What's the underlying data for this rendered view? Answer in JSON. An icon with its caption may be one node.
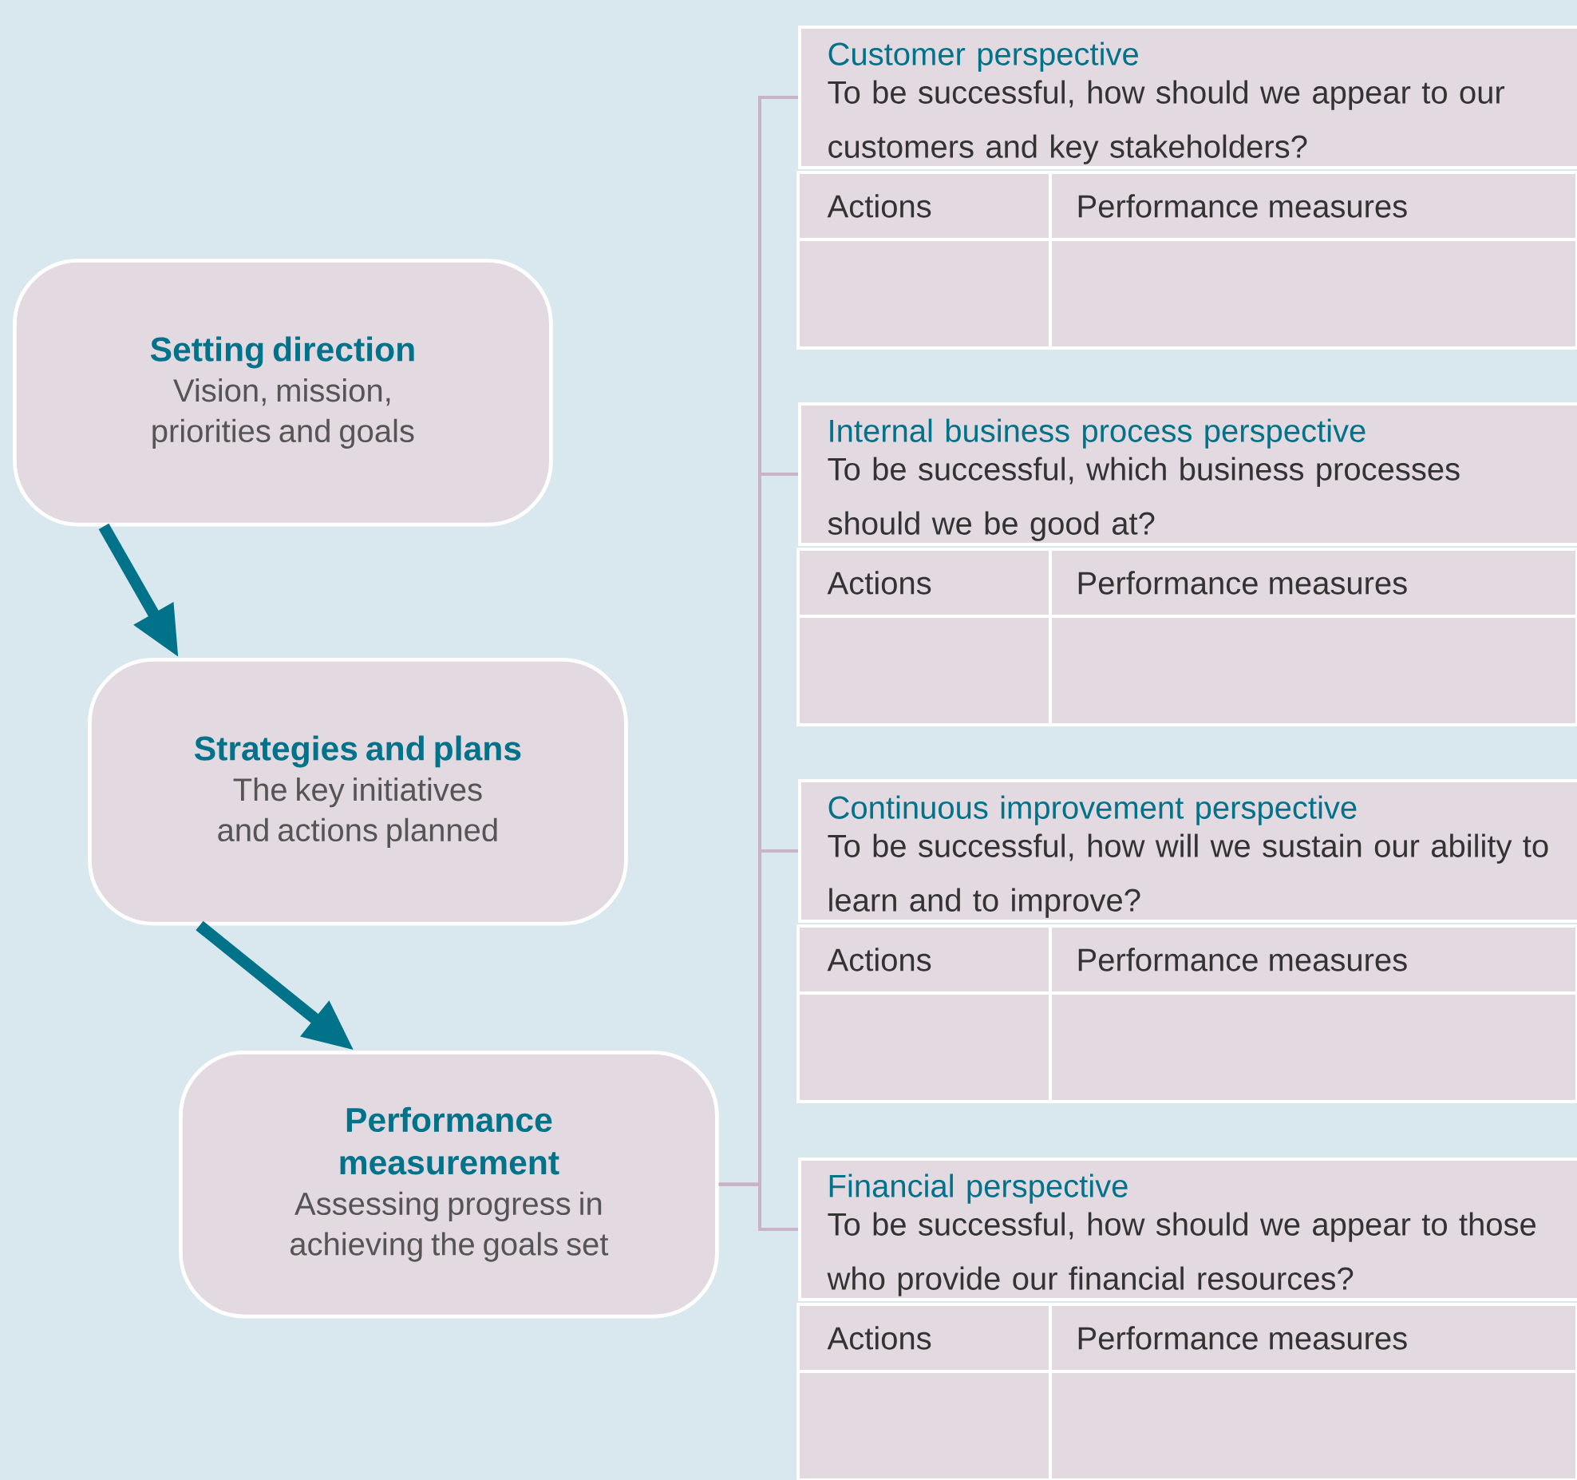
{
  "diagram": {
    "nodes": [
      {
        "text": [
          "Setting direction",
          "Vision, mission, priorities and goals"
        ]
      },
      {
        "text": [
          "Strategies and plans",
          "The key initiatives and actions planned"
        ]
      },
      {
        "text": [
          "Performance measurement",
          "Assessing progress in achieving the goals set"
        ]
      },
      {
        "text": [
          "Customer perspective",
          "To be successful, how should we appear to our customers and key stakeholders?"
        ]
      },
      {
        "text": [
          "Internal business process perspective",
          "To be successful, which business processes should we be good at?"
        ]
      },
      {
        "text": [
          "Continuous improvement perspective",
          "To be successful, how will we sustain our ability to learn and to improve?"
        ]
      },
      {
        "text": [
          "Financial perspective",
          "To be successful, how should we appear to those who provide our financial resources?"
        ]
      }
    ],
    "edges": [
      {
        "from": 0,
        "to": 1,
        "arrow": "to",
        "style": "thick",
        "color": "#00728a"
      },
      {
        "from": 1,
        "to": 2,
        "arrow": "to",
        "style": "thick",
        "color": "#00728a"
      },
      {
        "from": 2,
        "to": 3,
        "arrow": "none"
      },
      {
        "from": 2,
        "to": 4,
        "arrow": "none"
      },
      {
        "from": 2,
        "to": 5,
        "arrow": "none"
      },
      {
        "from": 2,
        "to": 6,
        "arrow": "none"
      }
    ],
    "labels": [
      "Actions",
      "Performance measures",
      "Actions",
      "Performance measures",
      "Actions",
      "Performance measures",
      "Actions",
      "Performance measures"
    ]
  }
}
